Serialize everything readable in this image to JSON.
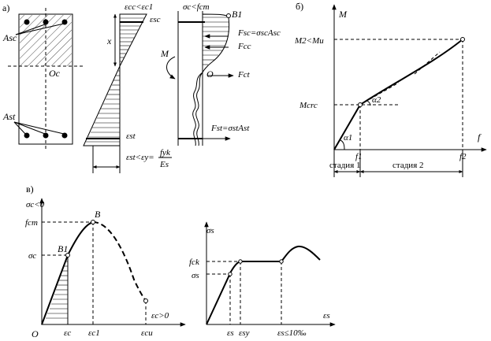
{
  "panel_a": {
    "label": "а)",
    "eps_cc": "εcc<εc1",
    "eps_sc": "εsc",
    "eps_st": "εst",
    "eps_st_cond": "εst<εy=",
    "fyk": "fyk",
    "Es": "Es",
    "sigma_c": "σc<fcm",
    "B1": "B1",
    "Fsc": "Fsc=σscAsc",
    "Fcc": "Fcc",
    "M": "M",
    "O": "O",
    "Fct": "Fct",
    "Fst": "Fst=σstAst",
    "x": "x",
    "Asc": "Asc",
    "Ast": "Ast",
    "Oc": "Oc"
  },
  "panel_b": {
    "label": "б)",
    "M": "M",
    "f": "f",
    "M2": "M2<Mu",
    "Mcrc": "Mcrc",
    "alpha1": "α1",
    "alpha2": "α2",
    "f1": "f1",
    "f2": "f2",
    "stage1": "стадия 1",
    "stage2": "стадия 2"
  },
  "panel_v": {
    "label": "в)",
    "sigma_c_cond": "σc<0",
    "fcm": "fcm",
    "sigma_c": "σc",
    "B": "B",
    "B1": "B1",
    "O": "O",
    "eps_c": "εc",
    "eps_c1": "εc1",
    "eps_cu": "εcu",
    "eps_c_cond": "εc>0"
  },
  "panel_g": {
    "sigma_s": "σs",
    "fck": "fck",
    "sigma_s_left": "σs",
    "eps_s_axis": "εs",
    "eps_s": "εs",
    "eps_sy": "εsy",
    "eps_lim": "εs≤10‰"
  }
}
